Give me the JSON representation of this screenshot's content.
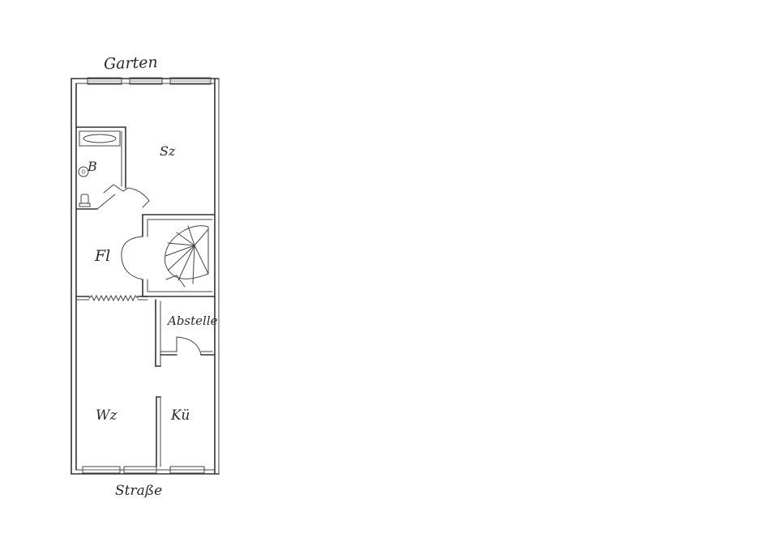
{
  "labels": {
    "top": "Garten",
    "bottom": "Straße",
    "sleeping": "Sz",
    "hallway": "Fl",
    "storage": "Abstelle",
    "living": "Wz",
    "kitchen": "Kü",
    "bathroom_mark": "B"
  },
  "ink_color": "#2b2b2b",
  "paper_color": "#ffffff"
}
